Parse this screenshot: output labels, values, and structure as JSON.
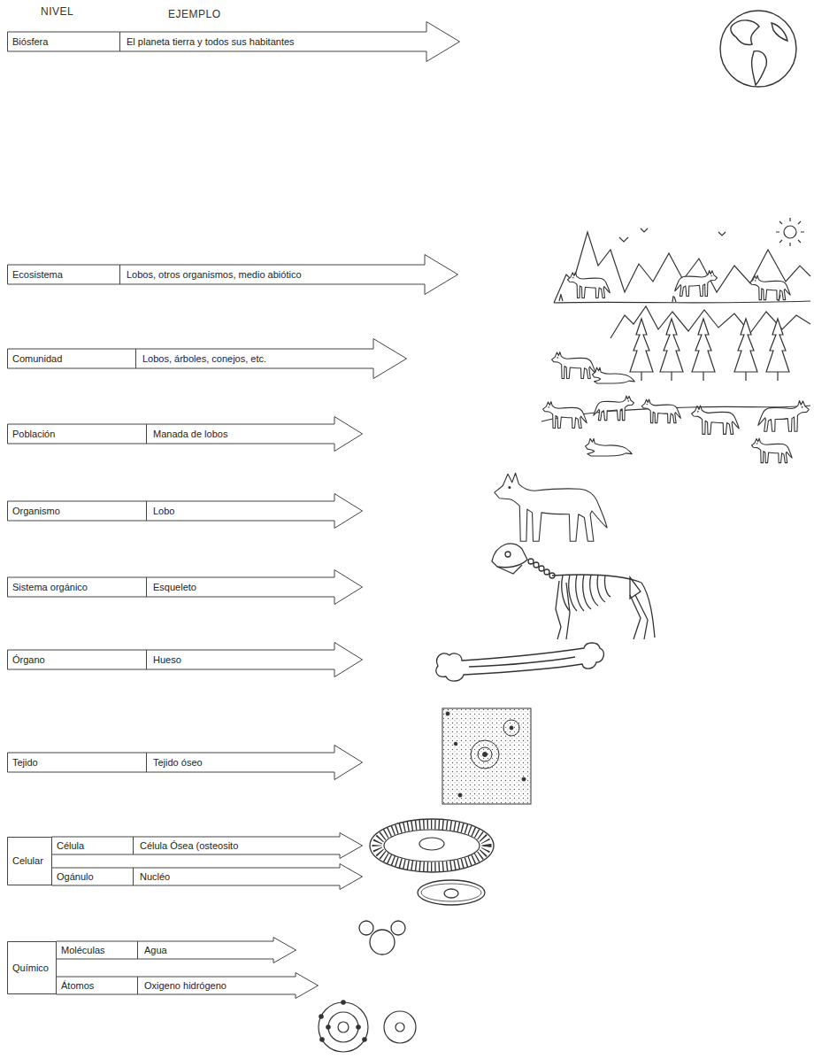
{
  "diagram": {
    "nodes": [
      {
        "text": [
          "Biósfera",
          "El planeta tierra y todos sus habitantes"
        ]
      },
      {
        "text": [
          "Ecosistema",
          "Lobos, otros organismos, medio abiótico"
        ]
      },
      {
        "text": [
          "Comunidad",
          "Lobos, árboles, conejos, etc."
        ]
      },
      {
        "text": [
          "Población",
          "Manada de lobos"
        ]
      },
      {
        "text": [
          "Organismo",
          "Lobo"
        ]
      },
      {
        "text": [
          "Sistema orgánico",
          "Esqueleto"
        ]
      },
      {
        "text": [
          "Órgano",
          "Hueso"
        ]
      },
      {
        "text": [
          "Tejido",
          "Tejido óseo"
        ]
      },
      {
        "text": [
          "Celular"
        ]
      },
      {
        "text": [
          "Célula",
          "Célula Ósea (osteosito"
        ],
        "in": 8
      },
      {
        "text": [
          "Ogánulo",
          "Nucléo"
        ],
        "in": 8
      },
      {
        "text": [
          "Químico"
        ]
      },
      {
        "text": [
          "Moléculas",
          "Agua"
        ],
        "in": 11
      },
      {
        "text": [
          "Átomos",
          "Oxigeno hidrógeno"
        ],
        "in": 11
      }
    ],
    "labels": [
      "NIVEL",
      "EJEMPLO"
    ]
  }
}
